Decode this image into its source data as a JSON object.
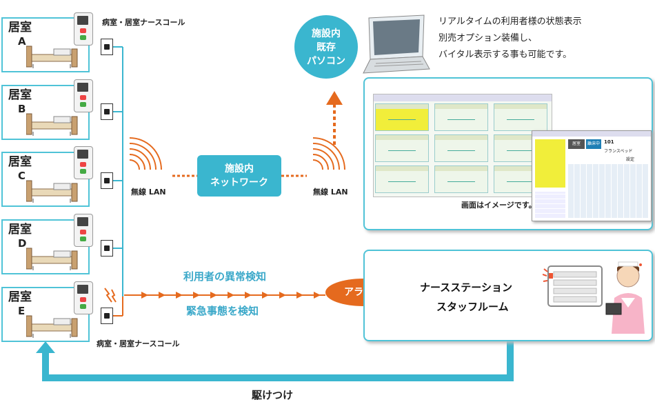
{
  "rooms": [
    {
      "name": "居室",
      "letter": "A"
    },
    {
      "name": "居室",
      "letter": "B"
    },
    {
      "name": "居室",
      "letter": "C"
    },
    {
      "name": "居室",
      "letter": "D"
    },
    {
      "name": "居室",
      "letter": "E"
    }
  ],
  "nurse_call_label_top": "病室・居室ナースコール",
  "nurse_call_label_bottom": "病室・居室ナースコール",
  "wireless_left": "無線 LAN",
  "wireless_right": "無線 LAN",
  "network_box": {
    "line1": "施設内",
    "line2": "ネットワーク"
  },
  "pc_circle": {
    "line1": "施設内",
    "line2": "既存",
    "line3": "パソコン"
  },
  "description": {
    "line1": "リアルタイムの利用者様の状態表示",
    "line2": "別売オプション装備し、",
    "line3": "バイタル表示する事も可能です。"
  },
  "screen_caption": "画面はイメージです。",
  "mini_window": {
    "title": "フランスベッド",
    "room_no": "101",
    "name_label": "居室",
    "status_btn": "離床中",
    "status_btn2": "設定"
  },
  "detection": {
    "line1": "利用者の異常検知",
    "line2": "緊急事態を検知"
  },
  "alert": "アラート",
  "station": {
    "line1": "ナースステーション",
    "line2": "スタッフルーム"
  },
  "rush_label": "駆けつけ",
  "colors": {
    "teal": "#3ab6cf",
    "orange": "#e56a1e",
    "highlight": "#f1ee3a"
  }
}
